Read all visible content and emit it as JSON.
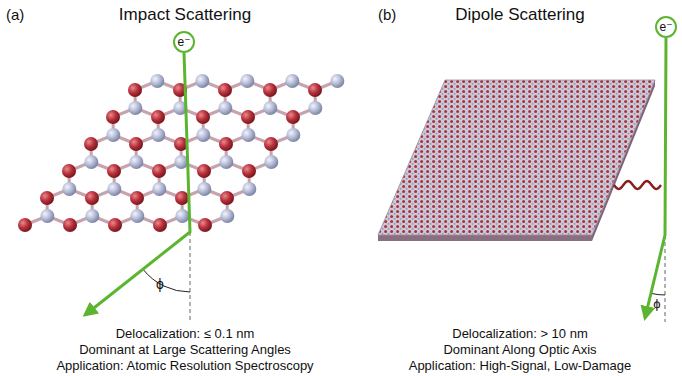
{
  "diagram": {
    "nodes": [
      {
        "text": [
          "e⁻"
        ]
      },
      {
        "text": [
          "e⁻"
        ]
      }
    ],
    "labels": [
      "(a)",
      "Impact Scattering",
      "ϕ",
      "Delocalization: ≤ 0.1 nm",
      "Dominant at Large Scattering Angles",
      "Application: Atomic Resolution Spectroscopy",
      "(b)",
      "Dipole Scattering",
      "ϕ",
      "Delocalization: > 10 nm",
      "Dominant Along Optic Axis",
      "Application: High-Signal, Low-Damage"
    ]
  }
}
